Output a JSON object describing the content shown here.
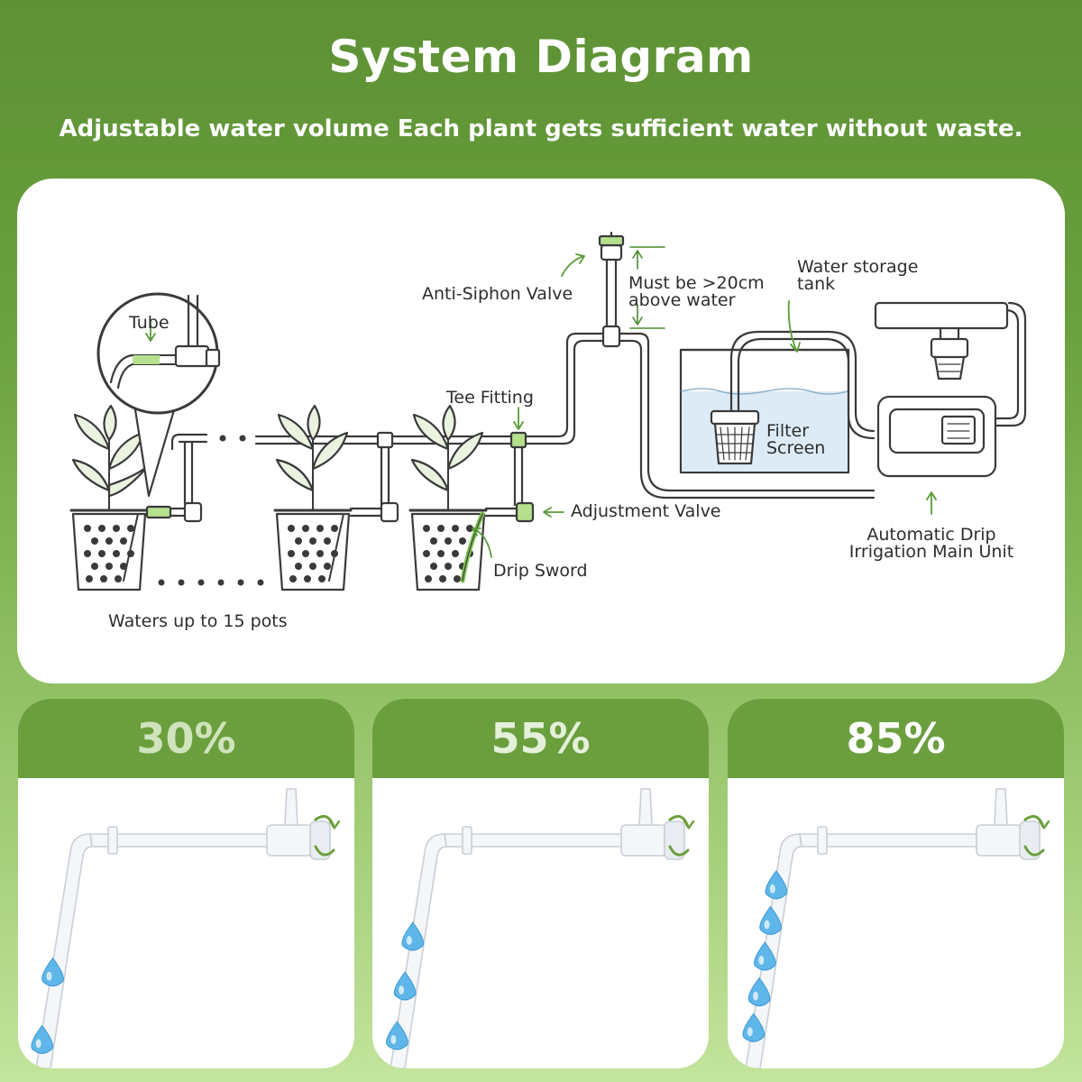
{
  "header": {
    "title": "System Diagram",
    "subtitle": "Adjustable water volume Each plant gets sufficient water without waste."
  },
  "diagram": {
    "labels": {
      "tube": "Tube",
      "anti_siphon_valve": "Anti-Siphon Valve",
      "height_note": "Must be >20cm above water",
      "water_tank": "Water storage tank",
      "tee_fitting": "Tee Fitting",
      "filter_screen": "Filter Screen",
      "adjustment_valve": "Adjustment Valve",
      "drip_sword": "Drip Sword",
      "main_unit": "Automatic Drip Irrigation Main Unit",
      "pot_count": "Waters up to 15 pots"
    },
    "icons": [
      "plant-pot-icon",
      "drip-sword-icon",
      "tee-fitting-icon",
      "adjustment-valve-icon",
      "anti-siphon-valve-icon",
      "water-tank-icon",
      "filter-screen-icon",
      "pump-unit-icon",
      "magnifier-callout-icon",
      "arrow-icon"
    ],
    "colors": {
      "accent_green": "#7ec34f",
      "line": "#3a3a3a",
      "water": "#d9e9f5"
    }
  },
  "flow_levels": [
    {
      "value": "30%",
      "fraction": 0.3,
      "drops": 2,
      "value_color": "#cfe3bd",
      "icon": "water-drop-icon"
    },
    {
      "value": "55%",
      "fraction": 0.55,
      "drops": 3,
      "value_color": "#e4f0da",
      "icon": "water-drop-icon"
    },
    {
      "value": "85%",
      "fraction": 0.85,
      "drops": 5,
      "value_color": "#ffffff",
      "icon": "water-drop-icon"
    }
  ],
  "colors": {
    "brand_green": "#6b9f3d",
    "drop_blue": "#5fb6e8"
  }
}
